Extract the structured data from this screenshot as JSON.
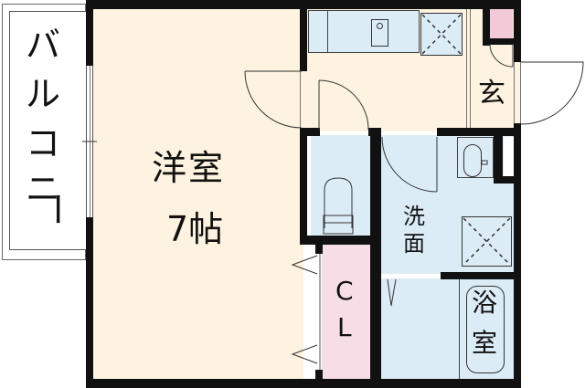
{
  "plan": {
    "title": "1K floor plan",
    "colors": {
      "wall": "#111111",
      "living_floor": "#fdf3e0",
      "wet_area": "#dcecf7",
      "closet": "#f6dde6",
      "shoe_box": "#f4c9d7",
      "balcony": "#ffffff"
    },
    "rooms": {
      "balcony": {
        "label": "バルコニー",
        "chars": [
          "バ",
          "ル",
          "コ",
          "ニ",
          "ー"
        ]
      },
      "western_room": {
        "label": "洋室",
        "size": "7帖"
      },
      "entrance": {
        "label": "玄"
      },
      "washroom": {
        "label_line1": "洗",
        "label_line2": "面"
      },
      "closet": {
        "label_line1": "C",
        "label_line2": "L"
      },
      "bathroom": {
        "label_line1": "浴",
        "label_line2": "室"
      }
    },
    "fixtures": [
      "kitchen-sink",
      "washing-machine-pan",
      "toilet",
      "wash-basin",
      "bathtub-drain-pan",
      "shoe-cabinet"
    ]
  }
}
